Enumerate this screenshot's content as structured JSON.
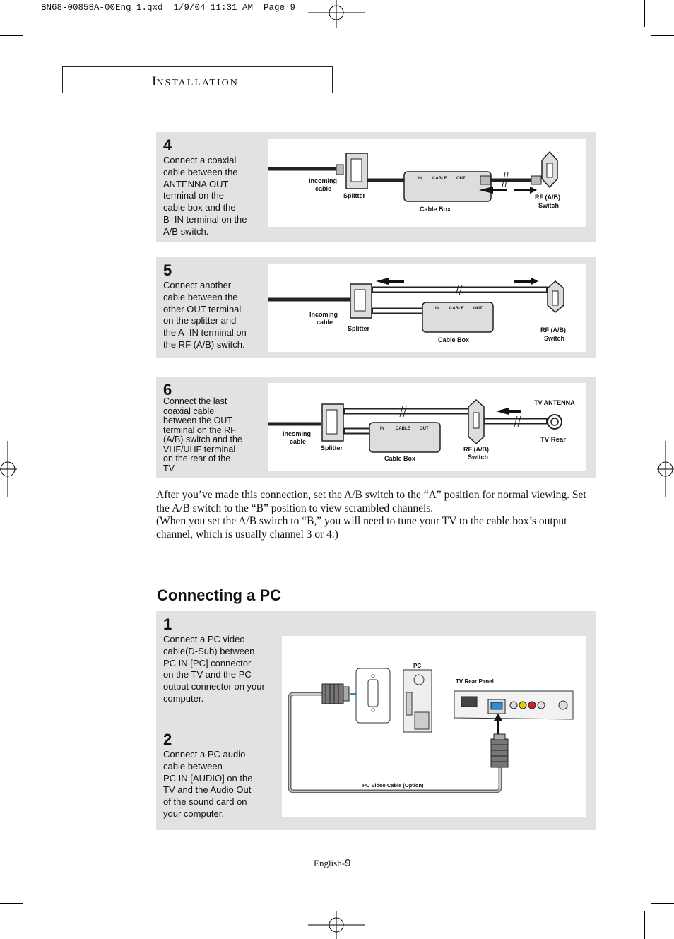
{
  "slug": "BN68-00858A-00Eng 1.qxd  1/9/04 11:31 AM  Page 9",
  "header": {
    "first_letter": "I",
    "rest": "NSTALLATION"
  },
  "steps": [
    {
      "number": "4",
      "text_lines": [
        "Connect a coaxial",
        "cable between the",
        "ANTENNA OUT",
        "terminal on the",
        "cable box and the",
        "B–IN terminal on the",
        "A/B switch."
      ],
      "labels": {
        "incoming": [
          "Incoming",
          "cable"
        ],
        "splitter": "Splitter",
        "cable_box": "Cable  Box",
        "in": "IN",
        "cable": "CABLE",
        "out": "OUT",
        "rf": [
          "RF  (A/B)",
          "Switch"
        ]
      }
    },
    {
      "number": "5",
      "text_lines": [
        "Connect another",
        "cable between the",
        "other OUT terminal",
        "on the splitter and",
        "the A–IN terminal on",
        "the RF (A/B) switch."
      ],
      "labels": {
        "incoming": [
          "Incoming",
          "cable"
        ],
        "splitter": "Splitter",
        "cable_box": "Cable  Box",
        "in": "IN",
        "cable": "CABLE",
        "out": "OUT",
        "rf": [
          "RF  (A/B)",
          "Switch"
        ]
      }
    },
    {
      "number": "6",
      "text_lines": [
        "Connect the last",
        "coaxial cable",
        "between the OUT",
        "terminal on the RF",
        "(A/B) switch and the",
        "VHF/UHF terminal",
        "on the rear of the",
        "TV."
      ],
      "labels": {
        "incoming": [
          "Incoming",
          "cable"
        ],
        "splitter": "Splitter",
        "cable_box": "Cable  Box",
        "in": "IN",
        "cable": "CABLE",
        "out": "OUT",
        "rf": [
          "RF  (A/B)",
          "Switch"
        ],
        "tv_antenna": "TV  ANTENNA",
        "tv_rear": "TV  Rear"
      }
    }
  ],
  "note": [
    "After you’ve made this connection, set the A/B switch to the “A” position for normal viewing. Set the A/B switch to the “B” position to view scrambled channels.",
    "(When you set the A/B switch to “B,” you will need to tune your TV to the cable box’s output channel, which is usually channel 3 or 4.)"
  ],
  "pc_section": {
    "title": "Connecting a PC",
    "step1": {
      "number": "1",
      "text_lines": [
        "Connect a PC video",
        "cable(D-Sub) between",
        "PC IN [PC] connector",
        "on the TV and the PC",
        "output connector on your",
        "computer."
      ]
    },
    "step2": {
      "number": "2",
      "text_lines": [
        "Connect a PC audio",
        "cable between",
        "PC IN [AUDIO] on the",
        "TV and the Audio Out",
        "of the sound card on",
        "your computer."
      ]
    },
    "labels": {
      "pc": "PC",
      "tv_rear_panel": "TV  Rear  Panel",
      "cable": "PC Video Cable (Option)"
    }
  },
  "footer": {
    "prefix": "English-",
    "page": "9"
  }
}
